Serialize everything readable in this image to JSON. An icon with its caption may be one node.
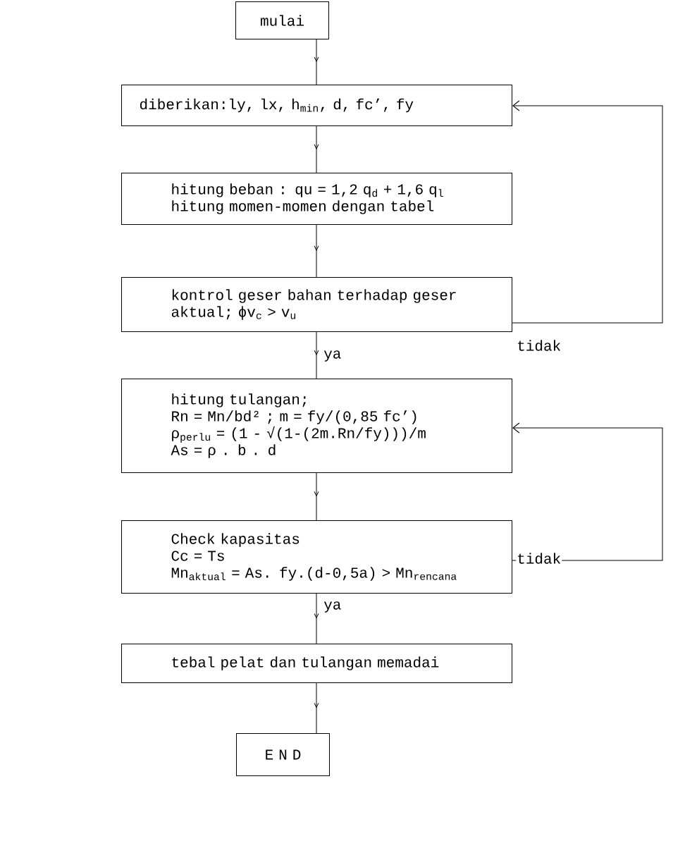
{
  "diagram": {
    "nodes": [
      {
        "text": [
          "mulai"
        ]
      },
      {
        "text": [
          "diberikan:ly, lx, h$_{min}$, d, fc’, fy"
        ]
      },
      {
        "text": [
          "hitung beban : qu = 1,2 q$_{d}$ + 1,6 q$_{l}$",
          "hitung momen-momen dengan tabel"
        ]
      },
      {
        "text": [
          "kontrol geser bahan terhadap geser aktual;       ϕv$_{c}$ > v$_{u}$"
        ]
      },
      {
        "text": [
          "hitung tulangan;",
          "Rn = Mn/bd² ; m = fy/(0,85 fc’)",
          "ρ$_{perlu}$ = (1 - √(1-(2m.Rn/fy)))/m",
          "As = ρ . b . d"
        ]
      },
      {
        "text": [
          "Check kapasitas",
          "Cc = Ts",
          "Mn$_{aktual}$ = As. fy.(d-0,5a) > Mn$_{rencana}$"
        ]
      },
      {
        "text": [
          "tebal pelat dan tulangan memadai"
        ]
      },
      {
        "text": [
          "E   N   D"
        ]
      }
    ],
    "edges": [
      {
        "from": 0,
        "to": 1,
        "arrow": "to"
      },
      {
        "from": 1,
        "to": 2,
        "arrow": "to"
      },
      {
        "from": 2,
        "to": 3,
        "arrow": "to"
      },
      {
        "from": 3,
        "to": 4,
        "arrow": "to",
        "label": "ya"
      },
      {
        "from": 3,
        "to": 1,
        "arrow": "to",
        "label": "tidak"
      },
      {
        "from": 4,
        "to": 5,
        "arrow": "to"
      },
      {
        "from": 5,
        "to": 4,
        "arrow": "to",
        "label": "tidak"
      },
      {
        "from": 5,
        "to": 6,
        "arrow": "to",
        "label": "ya"
      },
      {
        "from": 6,
        "to": 7,
        "arrow": "to"
      }
    ]
  }
}
